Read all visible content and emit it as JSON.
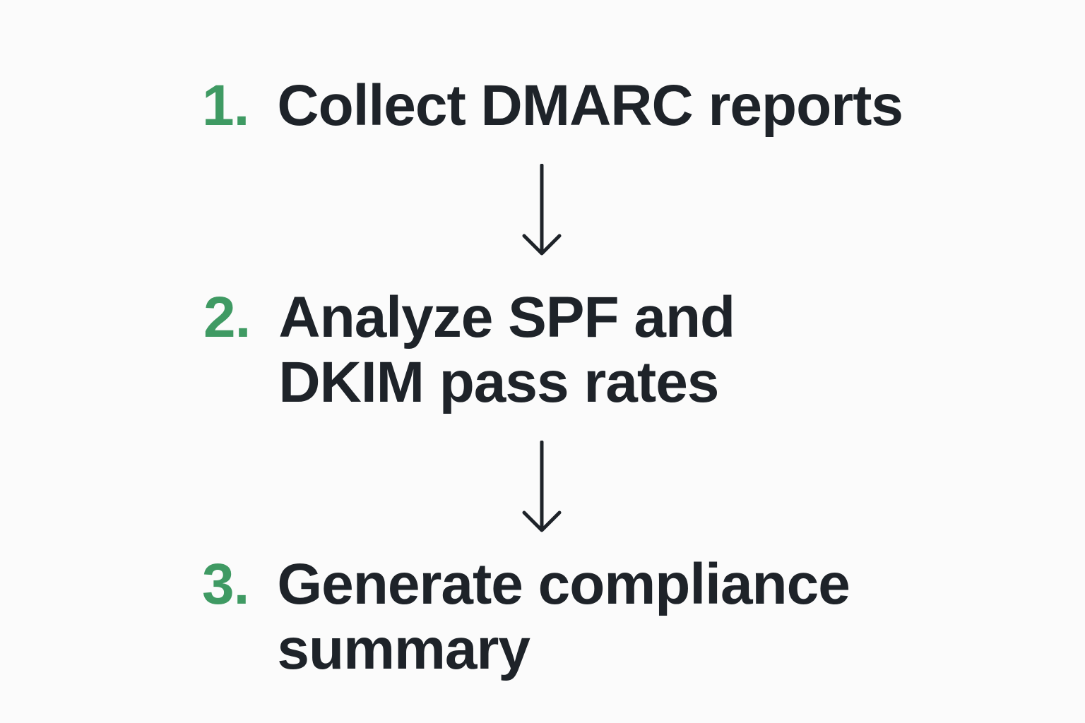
{
  "steps": [
    {
      "number": "1.",
      "text": "Collect DMARC reports"
    },
    {
      "number": "2.",
      "text": "Analyze SPF and DKIM pass rates"
    },
    {
      "number": "3.",
      "text": "Generate compliance summary"
    }
  ],
  "colors": {
    "number": "#3f9a63",
    "text": "#1e2329",
    "arrow": "#1e2329",
    "background": "#fbfbfb"
  },
  "icons": [
    "arrow-down-icon",
    "arrow-down-icon"
  ]
}
